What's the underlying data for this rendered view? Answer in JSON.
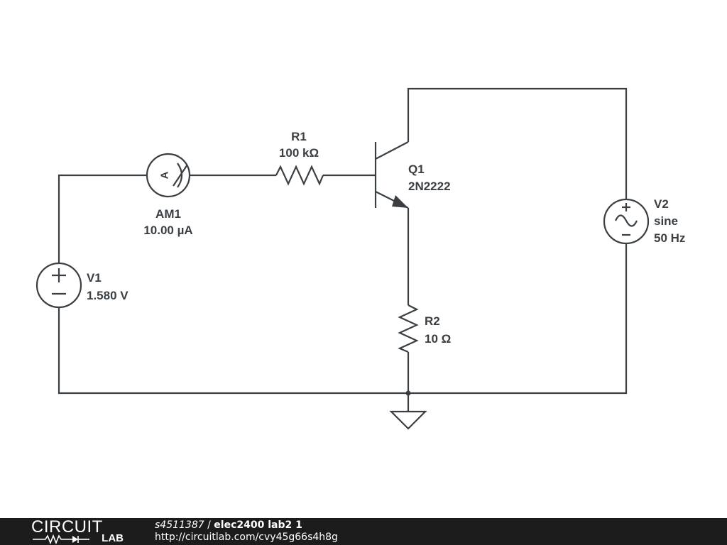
{
  "components": {
    "R1": {
      "name": "R1",
      "value": "100 kΩ"
    },
    "R2": {
      "name": "R2",
      "value": "10 Ω"
    },
    "Q1": {
      "name": "Q1",
      "part": "2N2222"
    },
    "AM1": {
      "name": "AM1",
      "reading": "10.00 µA"
    },
    "V1": {
      "name": "V1",
      "value": "1.580 V"
    },
    "V2": {
      "name": "V2",
      "type": "sine",
      "freq": "50 Hz"
    }
  },
  "footer": {
    "logo_top": "CIRCUIT",
    "logo_bottom": "LAB",
    "user": "s4511387",
    "separator": " / ",
    "title": "elec2400 lab2 1",
    "url": "http://circuitlab.com/cvy45g66s4h8g"
  },
  "colors": {
    "wire": "#3a3f44",
    "footer_bg": "#1c1c1c",
    "footer_text": "#ffffff"
  }
}
